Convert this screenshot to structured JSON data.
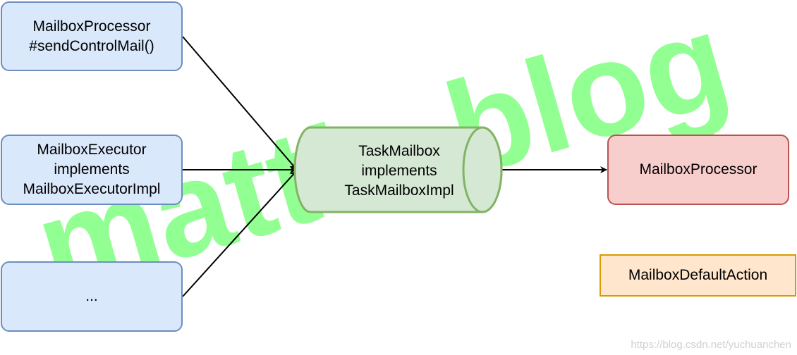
{
  "watermark_large": "matt's blog",
  "watermark_url": "https://blog.csdn.net/yuchuanchen",
  "nodes": {
    "source1": {
      "line1": "MailboxProcessor",
      "line2": "#sendControlMail()"
    },
    "source2": {
      "line1": "MailboxExecutor",
      "line2": "implements",
      "line3": "MailboxExecutorImpl"
    },
    "source3": {
      "line1": "..."
    },
    "mailbox": {
      "line1": "TaskMailbox",
      "line2": "implements",
      "line3": "TaskMailboxImpl"
    },
    "processor": {
      "label": "MailboxProcessor"
    },
    "default_action": {
      "label": "MailboxDefaultAction"
    }
  },
  "colors": {
    "blue_fill": "#dae8fc",
    "blue_stroke": "#6c8ebf",
    "green_fill": "#d5e8d4",
    "green_stroke": "#82b366",
    "red_fill": "#f8cecc",
    "red_stroke": "#b85450",
    "orange_fill": "#ffe6cc",
    "orange_stroke": "#d79b00",
    "watermark": "#80ff80"
  }
}
